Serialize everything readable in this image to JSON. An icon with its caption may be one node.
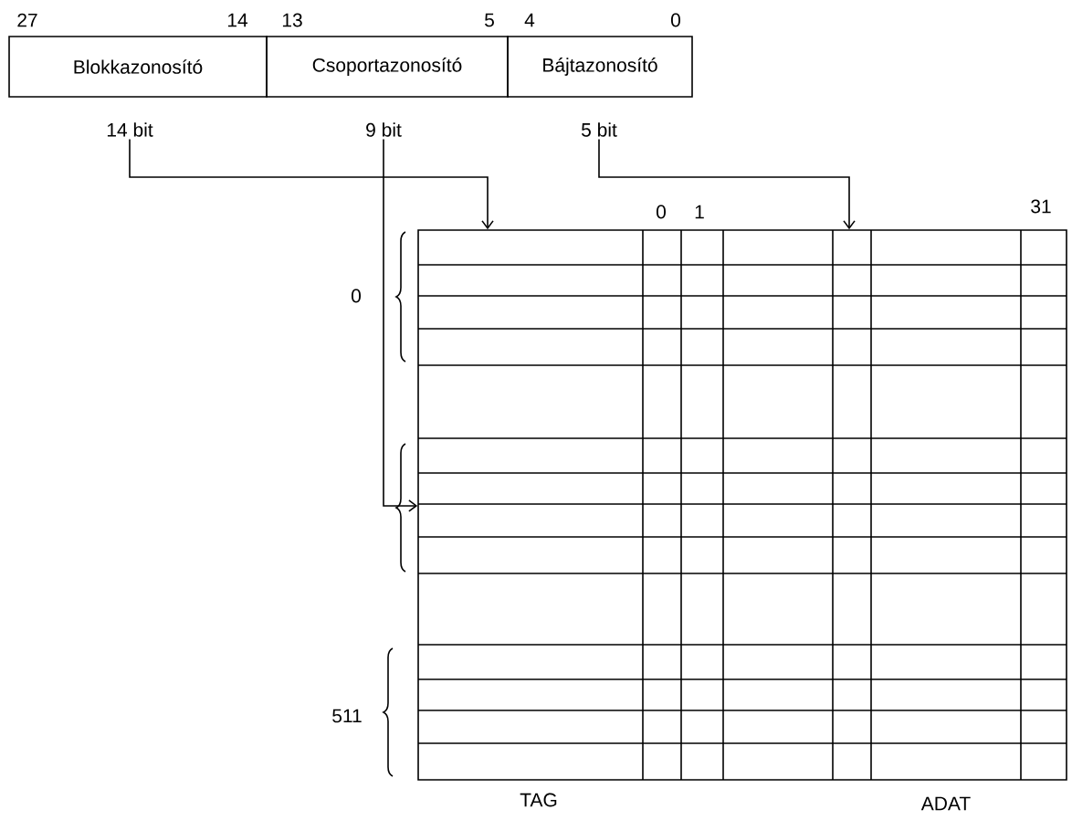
{
  "diagram": {
    "nodes": [
      {
        "text": [
          "Blokkazonosító"
        ],
        "beside": [
          "27",
          "14"
        ]
      },
      {
        "text": [
          "Csoportazonosító"
        ],
        "beside": [
          "13",
          "5"
        ]
      },
      {
        "text": [
          "Bájtazonosító"
        ],
        "beside": [
          "4",
          "0"
        ]
      },
      {
        "text": [
          "14 bit"
        ]
      },
      {
        "text": [
          "9 bit"
        ]
      },
      {
        "text": [
          "5 bit"
        ]
      },
      {
        "text": [],
        "shape": "box"
      }
    ],
    "edges": [
      {
        "from": 3,
        "to": 6,
        "arrow": "to"
      },
      {
        "from": 4,
        "to": 6,
        "arrow": "to"
      },
      {
        "from": 5,
        "to": 6,
        "arrow": "to"
      }
    ],
    "labels": [
      "0",
      "1",
      "31",
      "0",
      "511",
      "TAG",
      "ADAT"
    ]
  }
}
